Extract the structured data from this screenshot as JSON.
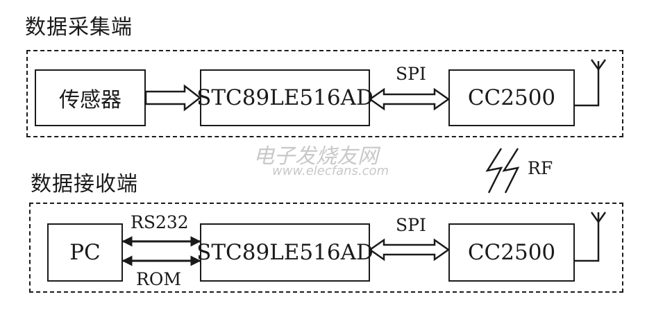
{
  "sections": {
    "collection": {
      "title": "数据采集端",
      "sensor": "传感器",
      "mcu": "STC89LE516AD",
      "link": "SPI",
      "rf_chip": "CC2500"
    },
    "receiving": {
      "title": "数据接收端",
      "pc": "PC",
      "serial_top": "RS232",
      "serial_bottom": "ROM",
      "mcu": "STC89LE516AD",
      "link": "SPI",
      "rf_chip": "CC2500"
    }
  },
  "wireless": {
    "label": "RF"
  },
  "watermark": {
    "cn": "电子发烧友网",
    "url": "www.elecfans.com"
  }
}
